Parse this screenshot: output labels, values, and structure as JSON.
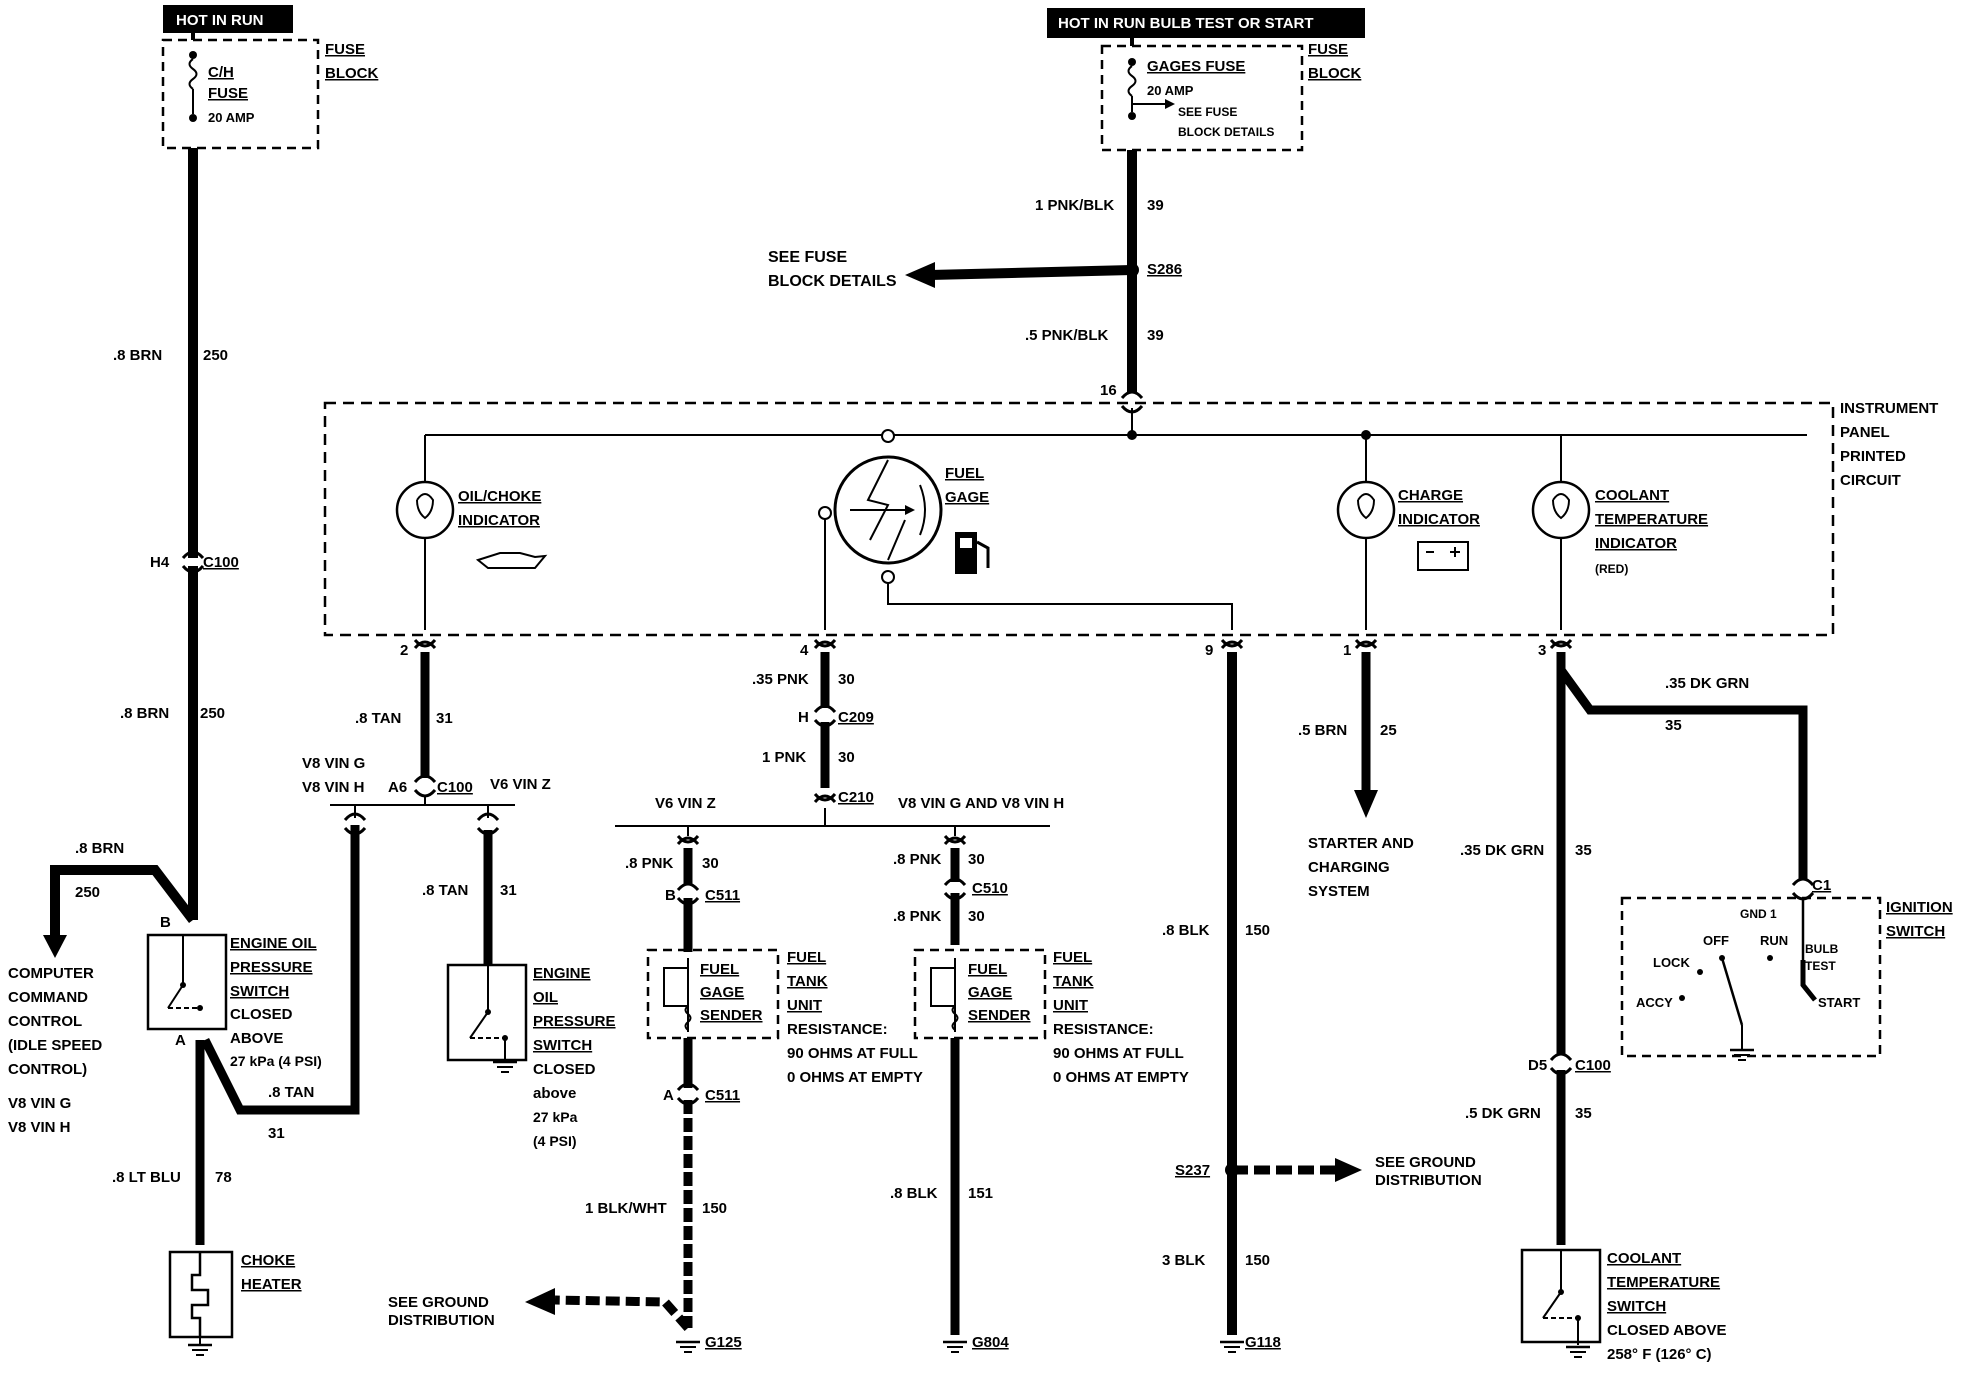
{
  "headers": {
    "left": "HOT IN RUN",
    "right": "HOT IN RUN  BULB TEST OR START"
  },
  "fuse_left": {
    "block": [
      "FUSE",
      "BLOCK"
    ],
    "name": [
      "C/H",
      "FUSE"
    ],
    "rating": "20 AMP"
  },
  "fuse_right": {
    "block": [
      "FUSE",
      "BLOCK"
    ],
    "name": "GAGES FUSE",
    "rating": "20 AMP",
    "note": [
      "SEE FUSE",
      "BLOCK DETAILS"
    ]
  },
  "wires": {
    "w250_top": {
      "gauge": ".8 BRN",
      "circuit": "250"
    },
    "w250_mid": {
      "gauge": ".8 BRN",
      "circuit": "250"
    },
    "w250_out": {
      "gauge": ".8 BRN",
      "circuit": "250"
    },
    "w39_top": {
      "gauge": "1 PNK/BLK",
      "circuit": "39"
    },
    "w39_bot": {
      "gauge": ".5 PNK/BLK",
      "circuit": "39"
    },
    "w31_top": {
      "gauge": ".8 TAN",
      "circuit": "31"
    },
    "w31_v6": {
      "gauge": ".8 TAN",
      "circuit": "31"
    },
    "w31_v8": {
      "gauge": ".8 TAN",
      "circuit": "31"
    },
    "w30_a": {
      "gauge": ".35 PNK",
      "circuit": "30"
    },
    "w30_b": {
      "gauge": "1 PNK",
      "circuit": "30"
    },
    "w30_v6": {
      "gauge": ".8 PNK",
      "circuit": "30"
    },
    "w30_v8a": {
      "gauge": ".8 PNK",
      "circuit": "30"
    },
    "w30_v8b": {
      "gauge": ".8 PNK",
      "circuit": "30"
    },
    "w150_a": {
      "gauge": "1 BLK/WHT",
      "circuit": "150"
    },
    "w151": {
      "gauge": ".8 BLK",
      "circuit": "151"
    },
    "w150_b": {
      "gauge": ".8 BLK",
      "circuit": "150"
    },
    "w150_c": {
      "gauge": "3 BLK",
      "circuit": "150"
    },
    "w25": {
      "gauge": ".5 BRN",
      "circuit": "25"
    },
    "w35_a": {
      "gauge": ".35 DK GRN",
      "circuit": "35"
    },
    "w35_b": {
      "gauge": ".35 DK GRN",
      "circuit": "35"
    },
    "w35_c": {
      "gauge": ".5 DK GRN",
      "circuit": "35"
    },
    "w78": {
      "gauge": ".8 LT BLU",
      "circuit": "78"
    }
  },
  "connectors": {
    "h4": "H4",
    "c100_a": "C100",
    "a6": "A6",
    "c100_b": "C100",
    "h": "H",
    "c209": "C209",
    "c210": "C210",
    "b": "B",
    "c511_a": "C511",
    "a": "A",
    "c511_b": "C511",
    "c510": "C510",
    "d5": "D5",
    "c100_c": "C100",
    "c1": "C1",
    "pin16": "16",
    "pin2": "2",
    "pin4": "4",
    "pin9": "9",
    "pin1": "1",
    "pin3": "3",
    "sw_b": "B",
    "sw_a": "A"
  },
  "splices": {
    "s286": "S286",
    "s237": "S237"
  },
  "grounds": {
    "g125": "G125",
    "g804": "G804",
    "g118": "G118"
  },
  "notes": {
    "see_fuse": [
      "SEE FUSE",
      "BLOCK DETAILS"
    ],
    "see_ground_a": [
      "SEE GROUND",
      "DISTRIBUTION"
    ],
    "see_ground_b": [
      "SEE GROUND",
      "DISTRIBUTION"
    ],
    "starter": [
      "STARTER AND",
      "CHARGING",
      "SYSTEM"
    ],
    "computer": [
      "COMPUTER",
      "COMMAND",
      "CONTROL",
      "(IDLE SPEED",
      "CONTROL)"
    ],
    "v8_left": [
      "V8 VIN G",
      "V8 VIN H"
    ],
    "v8_top": [
      "V8 VIN G",
      "V8 VIN H"
    ],
    "v6_top": "V6 VIN Z",
    "v6_fuel": "V6 VIN Z",
    "v8_fuel": "V8 VIN G AND V8 VIN H"
  },
  "panel": {
    "title": [
      "INSTRUMENT",
      "PANEL",
      "PRINTED",
      "CIRCUIT"
    ],
    "oil": [
      "OIL/CHOKE",
      "INDICATOR"
    ],
    "fuel": [
      "FUEL",
      "GAGE"
    ],
    "charge": [
      "CHARGE",
      "INDICATOR"
    ],
    "coolant": [
      "COOLANT",
      "TEMPERATURE",
      "INDICATOR"
    ],
    "coolant_color": "(RED)"
  },
  "components": {
    "oil_switch_1": [
      "ENGINE OIL",
      "PRESSURE",
      "SWITCH"
    ],
    "oil_switch_1_note": [
      "CLOSED",
      "ABOVE",
      "27 kPa (4 PSI)"
    ],
    "oil_switch_2": [
      "ENGINE",
      "OIL",
      "PRESSURE",
      "SWITCH"
    ],
    "oil_switch_2_note": [
      "CLOSED",
      "above",
      "27 kPa",
      "(4 PSI)"
    ],
    "sender": [
      "FUEL",
      "GAGE",
      "SENDER"
    ],
    "tank_unit": [
      "FUEL",
      "TANK",
      "UNIT"
    ],
    "resistance": [
      "RESISTANCE:",
      "90 OHMS AT FULL",
      "0 OHMS AT EMPTY"
    ],
    "choke": [
      "CHOKE",
      "HEATER"
    ],
    "coolant_switch": [
      "COOLANT",
      "TEMPERATURE",
      "SWITCH"
    ],
    "coolant_note": [
      "CLOSED ABOVE",
      "258° F (126° C)"
    ],
    "ignition": [
      "IGNITION",
      "SWITCH"
    ],
    "ign_positions": {
      "gnd": "GND 1",
      "off": "OFF",
      "run": "RUN",
      "bulb": [
        "BULB",
        "TEST"
      ],
      "lock": "LOCK",
      "accy": "ACCY",
      "start": "START"
    }
  }
}
